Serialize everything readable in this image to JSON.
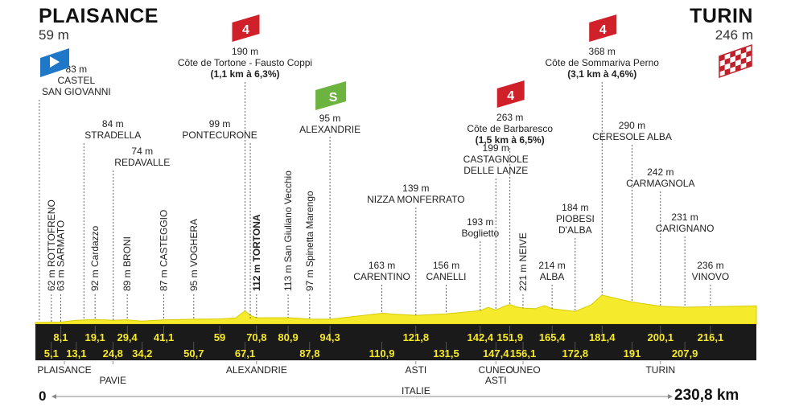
{
  "start": {
    "name": "PLAISANCE",
    "altitude": "59 m"
  },
  "finish": {
    "name": "TURIN",
    "altitude": "246 m"
  },
  "distance": {
    "start": "0",
    "end": "230,8 km"
  },
  "colors": {
    "road": "#1a1a1a",
    "profile": "#f5ea2c",
    "profile_edge": "#d8cc00",
    "climb_badge": "#d0202a",
    "sprint_badge": "#6db33f",
    "leader_line": "#555555",
    "km_text": "#f5e92a"
  },
  "climbs": [
    {
      "km": 67.1,
      "category": "4",
      "altitude": "190 m",
      "name": "Côte de Tortone - Fausto Coppi",
      "detail": "(1,1 km à 6,3%)"
    },
    {
      "km": 151.9,
      "category": "4",
      "altitude": "263 m",
      "name": "Côte de Barbaresco",
      "detail": "(1,5 km à 6,5%)"
    },
    {
      "km": 181.4,
      "category": "4",
      "altitude": "368 m",
      "name": "Côte de Sommariva Perno",
      "detail": "(3,1 km à 4,6%)"
    }
  ],
  "sprint": {
    "km": 94.3,
    "label": "S",
    "altitude": "95 m",
    "name": "ALEXANDRIE"
  },
  "places": [
    {
      "km": 5.1,
      "label": "62 m ROTTOFRENO",
      "orient": "v"
    },
    {
      "km": 8.1,
      "label": "63 m SARMATO",
      "orient": "v"
    },
    {
      "km": 13.1,
      "label": [
        "83 m",
        "CASTEL",
        "SAN GIOVANNI"
      ],
      "orient": "h"
    },
    {
      "km": 19.1,
      "label": "92 m Cardazzo",
      "orient": "v"
    },
    {
      "km": 24.8,
      "label": [
        "84 m",
        "STRADELLA"
      ],
      "orient": "h"
    },
    {
      "km": 29.4,
      "label": "89 m BRONI",
      "orient": "v"
    },
    {
      "km": 34.2,
      "label": [
        "74 m",
        "REDAVALLE"
      ],
      "orient": "h"
    },
    {
      "km": 41.1,
      "label": "87 m CASTEGGIO",
      "orient": "v"
    },
    {
      "km": 50.7,
      "label": "95 m VOGHERA",
      "orient": "v"
    },
    {
      "km": 59,
      "label": [
        "99 m",
        "PONTECURONE"
      ],
      "orient": "h"
    },
    {
      "km": 70.8,
      "label": "112 m TORTONA",
      "orient": "v",
      "bold": true
    },
    {
      "km": 80.9,
      "label": "113 m San Giuliano Vecchio",
      "orient": "v"
    },
    {
      "km": 87.8,
      "label": "97 m Spinetta Marengo",
      "orient": "v"
    },
    {
      "km": 110.9,
      "label": [
        "163 m",
        "CARENTINO"
      ],
      "orient": "h"
    },
    {
      "km": 121.8,
      "label": [
        "139 m",
        "NIZZA MONFERRATO"
      ],
      "orient": "h"
    },
    {
      "km": 131.5,
      "label": [
        "156 m",
        "CANELLI"
      ],
      "orient": "h"
    },
    {
      "km": 142.4,
      "label": [
        "193 m",
        "Boglietto"
      ],
      "orient": "h"
    },
    {
      "km": 147.4,
      "label": [
        "199 m",
        "CASTAGNOLE",
        "DELLE LANZE"
      ],
      "orient": "h"
    },
    {
      "km": 156.1,
      "label": "221 m NEIVE",
      "orient": "v"
    },
    {
      "km": 165.4,
      "label": [
        "214 m",
        "ALBA"
      ],
      "orient": "h"
    },
    {
      "km": 172.8,
      "label": [
        "184 m",
        "PIOBESI",
        "D'ALBA"
      ],
      "orient": "h"
    },
    {
      "km": 191,
      "label": [
        "290 m",
        "CERESOLE ALBA"
      ],
      "orient": "h"
    },
    {
      "km": 200.1,
      "label": [
        "242 m",
        "CARMAGNOLA"
      ],
      "orient": "h"
    },
    {
      "km": 207.9,
      "label": [
        "231 m",
        "CARIGNANO"
      ],
      "orient": "h"
    },
    {
      "km": 216.1,
      "label": [
        "236 m",
        "VINOVO"
      ],
      "orient": "h"
    }
  ],
  "km_top": [
    {
      "km": 8.1,
      "label": "8,1"
    },
    {
      "km": 19.1,
      "label": "19,1"
    },
    {
      "km": 29.4,
      "label": "29,4"
    },
    {
      "km": 41.1,
      "label": "41,1"
    },
    {
      "km": 59,
      "label": "59"
    },
    {
      "km": 70.8,
      "label": "70,8"
    },
    {
      "km": 80.9,
      "label": "80,9"
    },
    {
      "km": 94.3,
      "label": "94,3"
    },
    {
      "km": 121.8,
      "label": "121,8"
    },
    {
      "km": 142.4,
      "label": "142,4"
    },
    {
      "km": 151.9,
      "label": "151,9"
    },
    {
      "km": 165.4,
      "label": "165,4"
    },
    {
      "km": 181.4,
      "label": "181,4"
    },
    {
      "km": 200.1,
      "label": "200,1"
    },
    {
      "km": 216.1,
      "label": "216,1"
    }
  ],
  "km_bottom": [
    {
      "km": 5.1,
      "label": "5,1"
    },
    {
      "km": 13.1,
      "label": "13,1"
    },
    {
      "km": 24.8,
      "label": "24,8"
    },
    {
      "km": 34.2,
      "label": "34,2"
    },
    {
      "km": 50.7,
      "label": "50,7"
    },
    {
      "km": 67.1,
      "label": "67,1"
    },
    {
      "km": 87.8,
      "label": "87,8"
    },
    {
      "km": 110.9,
      "label": "110,9"
    },
    {
      "km": 131.5,
      "label": "131,5"
    },
    {
      "km": 147.4,
      "label": "147,4"
    },
    {
      "km": 156.1,
      "label": "156,1"
    },
    {
      "km": 172.8,
      "label": "172,8"
    },
    {
      "km": 191,
      "label": "191"
    },
    {
      "km": 207.9,
      "label": "207,9"
    }
  ],
  "regions": [
    {
      "km": 0,
      "label": [
        "PLAISANCE"
      ]
    },
    {
      "km": 24.8,
      "label": [
        "",
        "PAVIE"
      ]
    },
    {
      "km": 70.8,
      "label": [
        "ALEXANDRIE"
      ]
    },
    {
      "km": 121.8,
      "label": [
        "ASTI",
        "",
        "ITALIE"
      ]
    },
    {
      "km": 147.4,
      "label": [
        "CUNEO",
        "ASTI"
      ]
    },
    {
      "km": 156.1,
      "label": [
        "CUNEO"
      ]
    },
    {
      "km": 200.1,
      "label": [
        "TURIN"
      ]
    }
  ],
  "profile": [
    [
      0,
      59
    ],
    [
      8,
      63
    ],
    [
      13,
      83
    ],
    [
      19,
      92
    ],
    [
      25,
      84
    ],
    [
      29,
      89
    ],
    [
      34,
      74
    ],
    [
      41,
      87
    ],
    [
      51,
      95
    ],
    [
      59,
      99
    ],
    [
      64,
      108
    ],
    [
      67.1,
      190
    ],
    [
      69,
      135
    ],
    [
      70.8,
      112
    ],
    [
      81,
      113
    ],
    [
      88,
      97
    ],
    [
      94.3,
      95
    ],
    [
      111,
      163
    ],
    [
      116,
      150
    ],
    [
      121.8,
      139
    ],
    [
      131.5,
      156
    ],
    [
      142.4,
      193
    ],
    [
      145,
      230
    ],
    [
      147.4,
      199
    ],
    [
      150,
      240
    ],
    [
      151.9,
      263
    ],
    [
      154,
      235
    ],
    [
      156.1,
      221
    ],
    [
      160,
      215
    ],
    [
      163,
      250
    ],
    [
      165.4,
      214
    ],
    [
      172.8,
      184
    ],
    [
      178,
      260
    ],
    [
      181.4,
      368
    ],
    [
      186,
      330
    ],
    [
      191,
      290
    ],
    [
      200.1,
      242
    ],
    [
      208,
      231
    ],
    [
      216,
      236
    ],
    [
      230.8,
      246
    ]
  ]
}
